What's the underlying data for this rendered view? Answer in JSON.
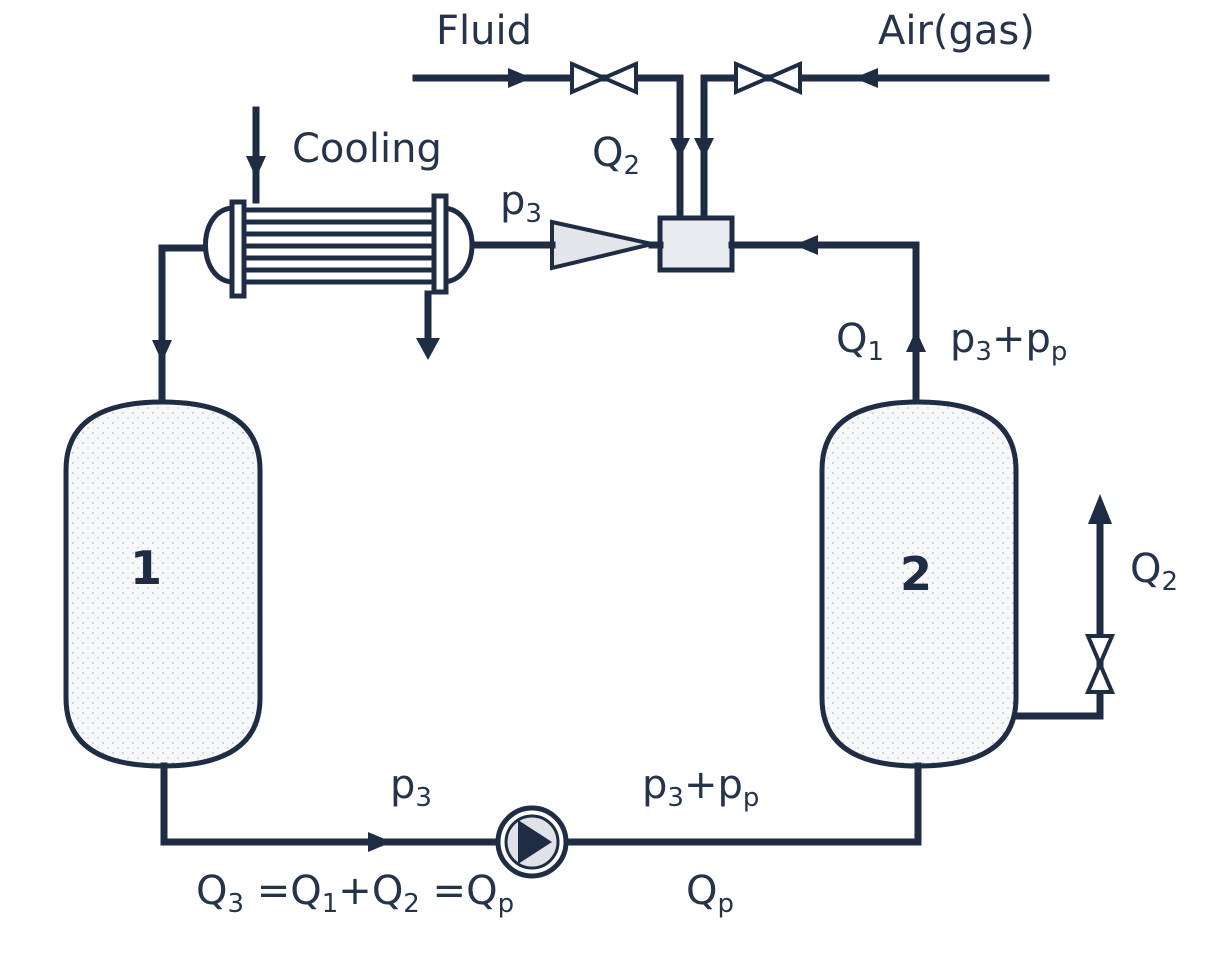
{
  "labels": {
    "fluid": "Fluid",
    "air_gas": "Air(gas)",
    "cooling": "Cooling",
    "q2_top": {
      "main": "Q",
      "sub": "2"
    },
    "p3_top": {
      "main": "p",
      "sub": "3"
    },
    "q1": {
      "main": "Q",
      "sub": "1"
    },
    "p3_pp_right": {
      "p": "p",
      "s1": "3",
      "plus": "+p",
      "s2": "p"
    },
    "q2_right": {
      "main": "Q",
      "sub": "2"
    },
    "tank1": "1",
    "tank2": "2",
    "p3_bottom": {
      "main": "p",
      "sub": "3"
    },
    "p3_pp_bottom": {
      "p": "p",
      "s1": "3",
      "plus": "+p",
      "s2": "p"
    },
    "qp_bottom": {
      "main": "Q",
      "sub": "p"
    },
    "equation": {
      "q3": "Q",
      "q3_sub": "3",
      "eq1": " =Q",
      "q1_sub": "1",
      "plus": "+Q",
      "q2_sub": "2",
      "eq2": " =Q",
      "qp_sub": "p"
    }
  },
  "colors": {
    "line": "#1f2d44",
    "text": "#26344b",
    "vessel_fill": "#f2f3f5",
    "ejector_fill": "#e3e5e8"
  }
}
